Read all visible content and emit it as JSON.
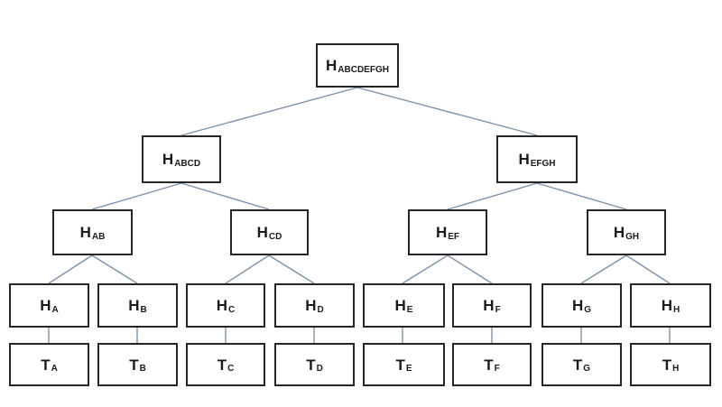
{
  "diagram": {
    "type": "merkle-hash-tree",
    "background_color": "#ffffff",
    "box_border_color": "#262626",
    "text_color": "#1b1b1b",
    "edge_color": "#7d92a8",
    "nodes": {
      "root": {
        "main": "H",
        "sub": "ABCDEFGH"
      },
      "abcd": {
        "main": "H",
        "sub": "ABCD"
      },
      "efgh": {
        "main": "H",
        "sub": "EFGH"
      },
      "ab": {
        "main": "H",
        "sub": "AB"
      },
      "cd": {
        "main": "H",
        "sub": "CD"
      },
      "ef": {
        "main": "H",
        "sub": "EF"
      },
      "gh": {
        "main": "H",
        "sub": "GH"
      },
      "ha": {
        "main": "H",
        "sub": "A"
      },
      "hb": {
        "main": "H",
        "sub": "B"
      },
      "hc": {
        "main": "H",
        "sub": "C"
      },
      "hd": {
        "main": "H",
        "sub": "D"
      },
      "he": {
        "main": "H",
        "sub": "E"
      },
      "hf": {
        "main": "H",
        "sub": "F"
      },
      "hg": {
        "main": "H",
        "sub": "G"
      },
      "hh": {
        "main": "H",
        "sub": "H"
      },
      "ta": {
        "main": "T",
        "sub": "A"
      },
      "tb": {
        "main": "T",
        "sub": "B"
      },
      "tc": {
        "main": "T",
        "sub": "C"
      },
      "td": {
        "main": "T",
        "sub": "D"
      },
      "te": {
        "main": "T",
        "sub": "E"
      },
      "tf": {
        "main": "T",
        "sub": "F"
      },
      "tg": {
        "main": "T",
        "sub": "G"
      },
      "th": {
        "main": "T",
        "sub": "H"
      }
    }
  }
}
